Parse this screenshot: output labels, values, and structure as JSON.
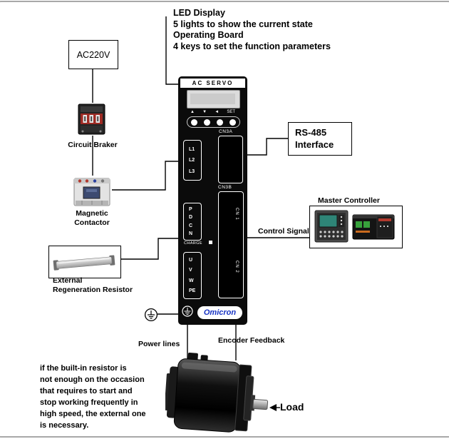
{
  "colors": {
    "servo_body": "#0b0b0b",
    "brand_blue": "#1733c4",
    "breaker_red": "#9e2b24",
    "hmi_screen_teal": "#2e8577",
    "frame_gray": "#a8a8a8"
  },
  "annotations": {
    "led_display_title": "LED Display",
    "led_display_desc": "5 lights to show the current state",
    "operating_board_title": "Operating  Board",
    "operating_board_desc": "4 keys to set the function parameters"
  },
  "left_chain": {
    "ac_input_label": "AC220V",
    "circuit_braker_label": "Circuit Braker",
    "magnetic_contactor_label": "Magnetic\nContactor",
    "external_resistor_label": "External\nRegeneration Resistor"
  },
  "right_side": {
    "rs485_label": "RS-485\nInterface",
    "master_controller_label": "Master Controller",
    "control_signal_label": "Control Signal"
  },
  "servo": {
    "header": "AC SERVO",
    "key_labels": [
      "▲",
      "▼",
      "◄",
      "SET"
    ],
    "cn3a_label": "CN3A",
    "cn3b_label": "CN3B",
    "cn1_label": "CN 1",
    "cn2_label": "CN 2",
    "l_terminals": [
      "L1",
      "L2",
      "L3"
    ],
    "pdcn_terminals": [
      "P",
      "D",
      "C",
      "N"
    ],
    "uvw_terminals": [
      "U",
      "V",
      "W",
      "PE"
    ],
    "charge_label": "CHARGE",
    "brand": "Omicron"
  },
  "bottom": {
    "power_lines_label": "Power lines",
    "encoder_feedback_label": "Encoder Feedback",
    "load_label": "Load",
    "note": "if the built-in resistor is\nnot enough on the occasion\nthat requires to start  and\nstop working frequently in\nhigh speed, the external one\nis necessary."
  }
}
